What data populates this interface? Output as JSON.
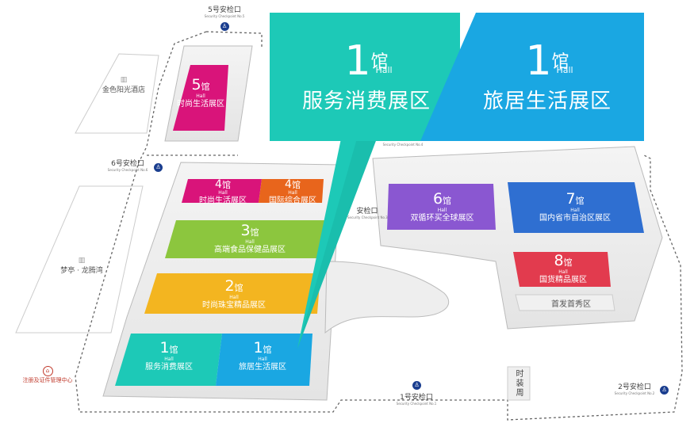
{
  "halls": [
    {
      "id": "h5",
      "num": "5",
      "unit": "馆",
      "sub": "Hall",
      "name": "时尚生活展区",
      "color": "#d9147a"
    },
    {
      "id": "h4a",
      "num": "4",
      "unit": "馆",
      "sub": "Hall",
      "name": "时尚生活展区",
      "color": "#d9147a"
    },
    {
      "id": "h4b",
      "num": "4",
      "unit": "馆",
      "sub": "Hall",
      "name": "国际综合展区",
      "color": "#e8651c"
    },
    {
      "id": "h3",
      "num": "3",
      "unit": "馆",
      "sub": "Hall",
      "name": "高端食品保健品展区",
      "color": "#8cc63e"
    },
    {
      "id": "h2",
      "num": "2",
      "unit": "馆",
      "sub": "Hall",
      "name": "时尚珠宝精品展区",
      "color": "#f3b520"
    },
    {
      "id": "h1a",
      "num": "1",
      "unit": "馆",
      "sub": "Hall",
      "name": "服务消费展区",
      "color": "#1dc9b7"
    },
    {
      "id": "h1b",
      "num": "1",
      "unit": "馆",
      "sub": "Hall",
      "name": "旅居生活展区",
      "color": "#1aa7e2"
    },
    {
      "id": "h6",
      "num": "6",
      "unit": "馆",
      "sub": "Hall",
      "name": "双循环买全球展区",
      "color": "#8a57d1"
    },
    {
      "id": "h7",
      "num": "7",
      "unit": "馆",
      "sub": "Hall",
      "name": "国内省市自治区展区",
      "color": "#2f6fd1"
    },
    {
      "id": "h8",
      "num": "8",
      "unit": "馆",
      "sub": "Hall",
      "name": "国货精品展区",
      "color": "#e23b4e"
    }
  ],
  "callout": {
    "left": {
      "num": "1",
      "unit": "馆",
      "sub": "Hall",
      "name": "服务消费展区",
      "color": "#1dc9b7"
    },
    "right": {
      "num": "1",
      "unit": "馆",
      "sub": "Hall",
      "name": "旅居生活展区",
      "color": "#1aa7e2"
    }
  },
  "checkpoints": [
    {
      "id": "c5",
      "label": "5号安检口",
      "en": "Security Checkpoint No.5"
    },
    {
      "id": "c6",
      "label": "6号安检口",
      "en": "Security Checkpoint No.6"
    },
    {
      "id": "c1",
      "label": "1号安检口",
      "en": "Security Checkpoint No.1"
    },
    {
      "id": "c2",
      "label": "2号安检口",
      "en": "Security Checkpoint No.2"
    },
    {
      "id": "c3",
      "label": "安检口",
      "en": "Security Checkpoint No.3"
    },
    {
      "id": "c4",
      "label": "",
      "en": "Security Checkpoint No.4"
    }
  ],
  "places": {
    "hotel": "金色阳光酒店",
    "mengting": "梦亭 · 龙腾湾",
    "registration": "注册及证件管理中心",
    "debut": "首发首秀区",
    "fashion": "时装周",
    "hotel_icon": "building-icon",
    "registration_icon": "location-icon",
    "checkpoint_icon": "security-person-icon"
  }
}
